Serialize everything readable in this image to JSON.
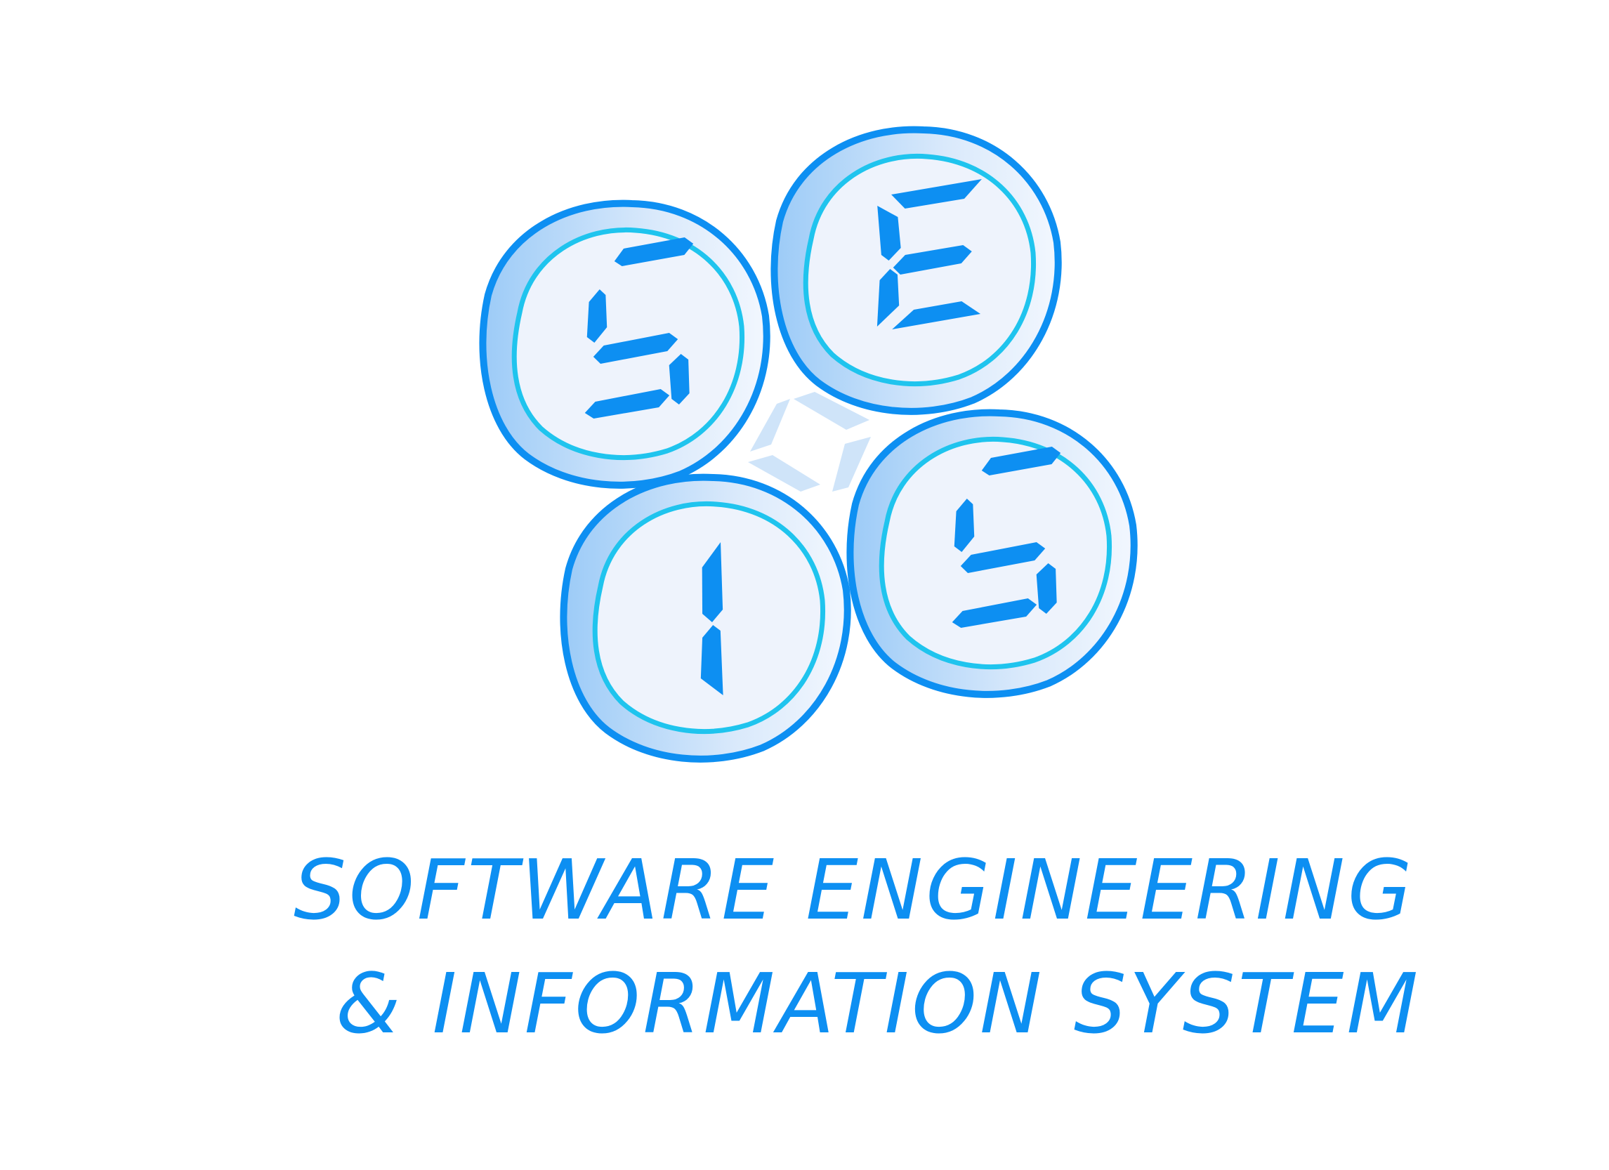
{
  "brand": {
    "monogram": "SEIS",
    "tagline_line1": "SOFTWARE ENGINEERING",
    "tagline_line2": "& INFORMATION SYSTEM"
  },
  "colors": {
    "primary": "#0D8FF2",
    "ring_inner": "#1FC4EE",
    "coin_face": "#EEF3FC",
    "coin_gradient_light": "#D9E9FB",
    "coin_gradient_dark": "#9CCBF7",
    "center_star": "#CFE4F9",
    "background": "#FFFFFF"
  }
}
